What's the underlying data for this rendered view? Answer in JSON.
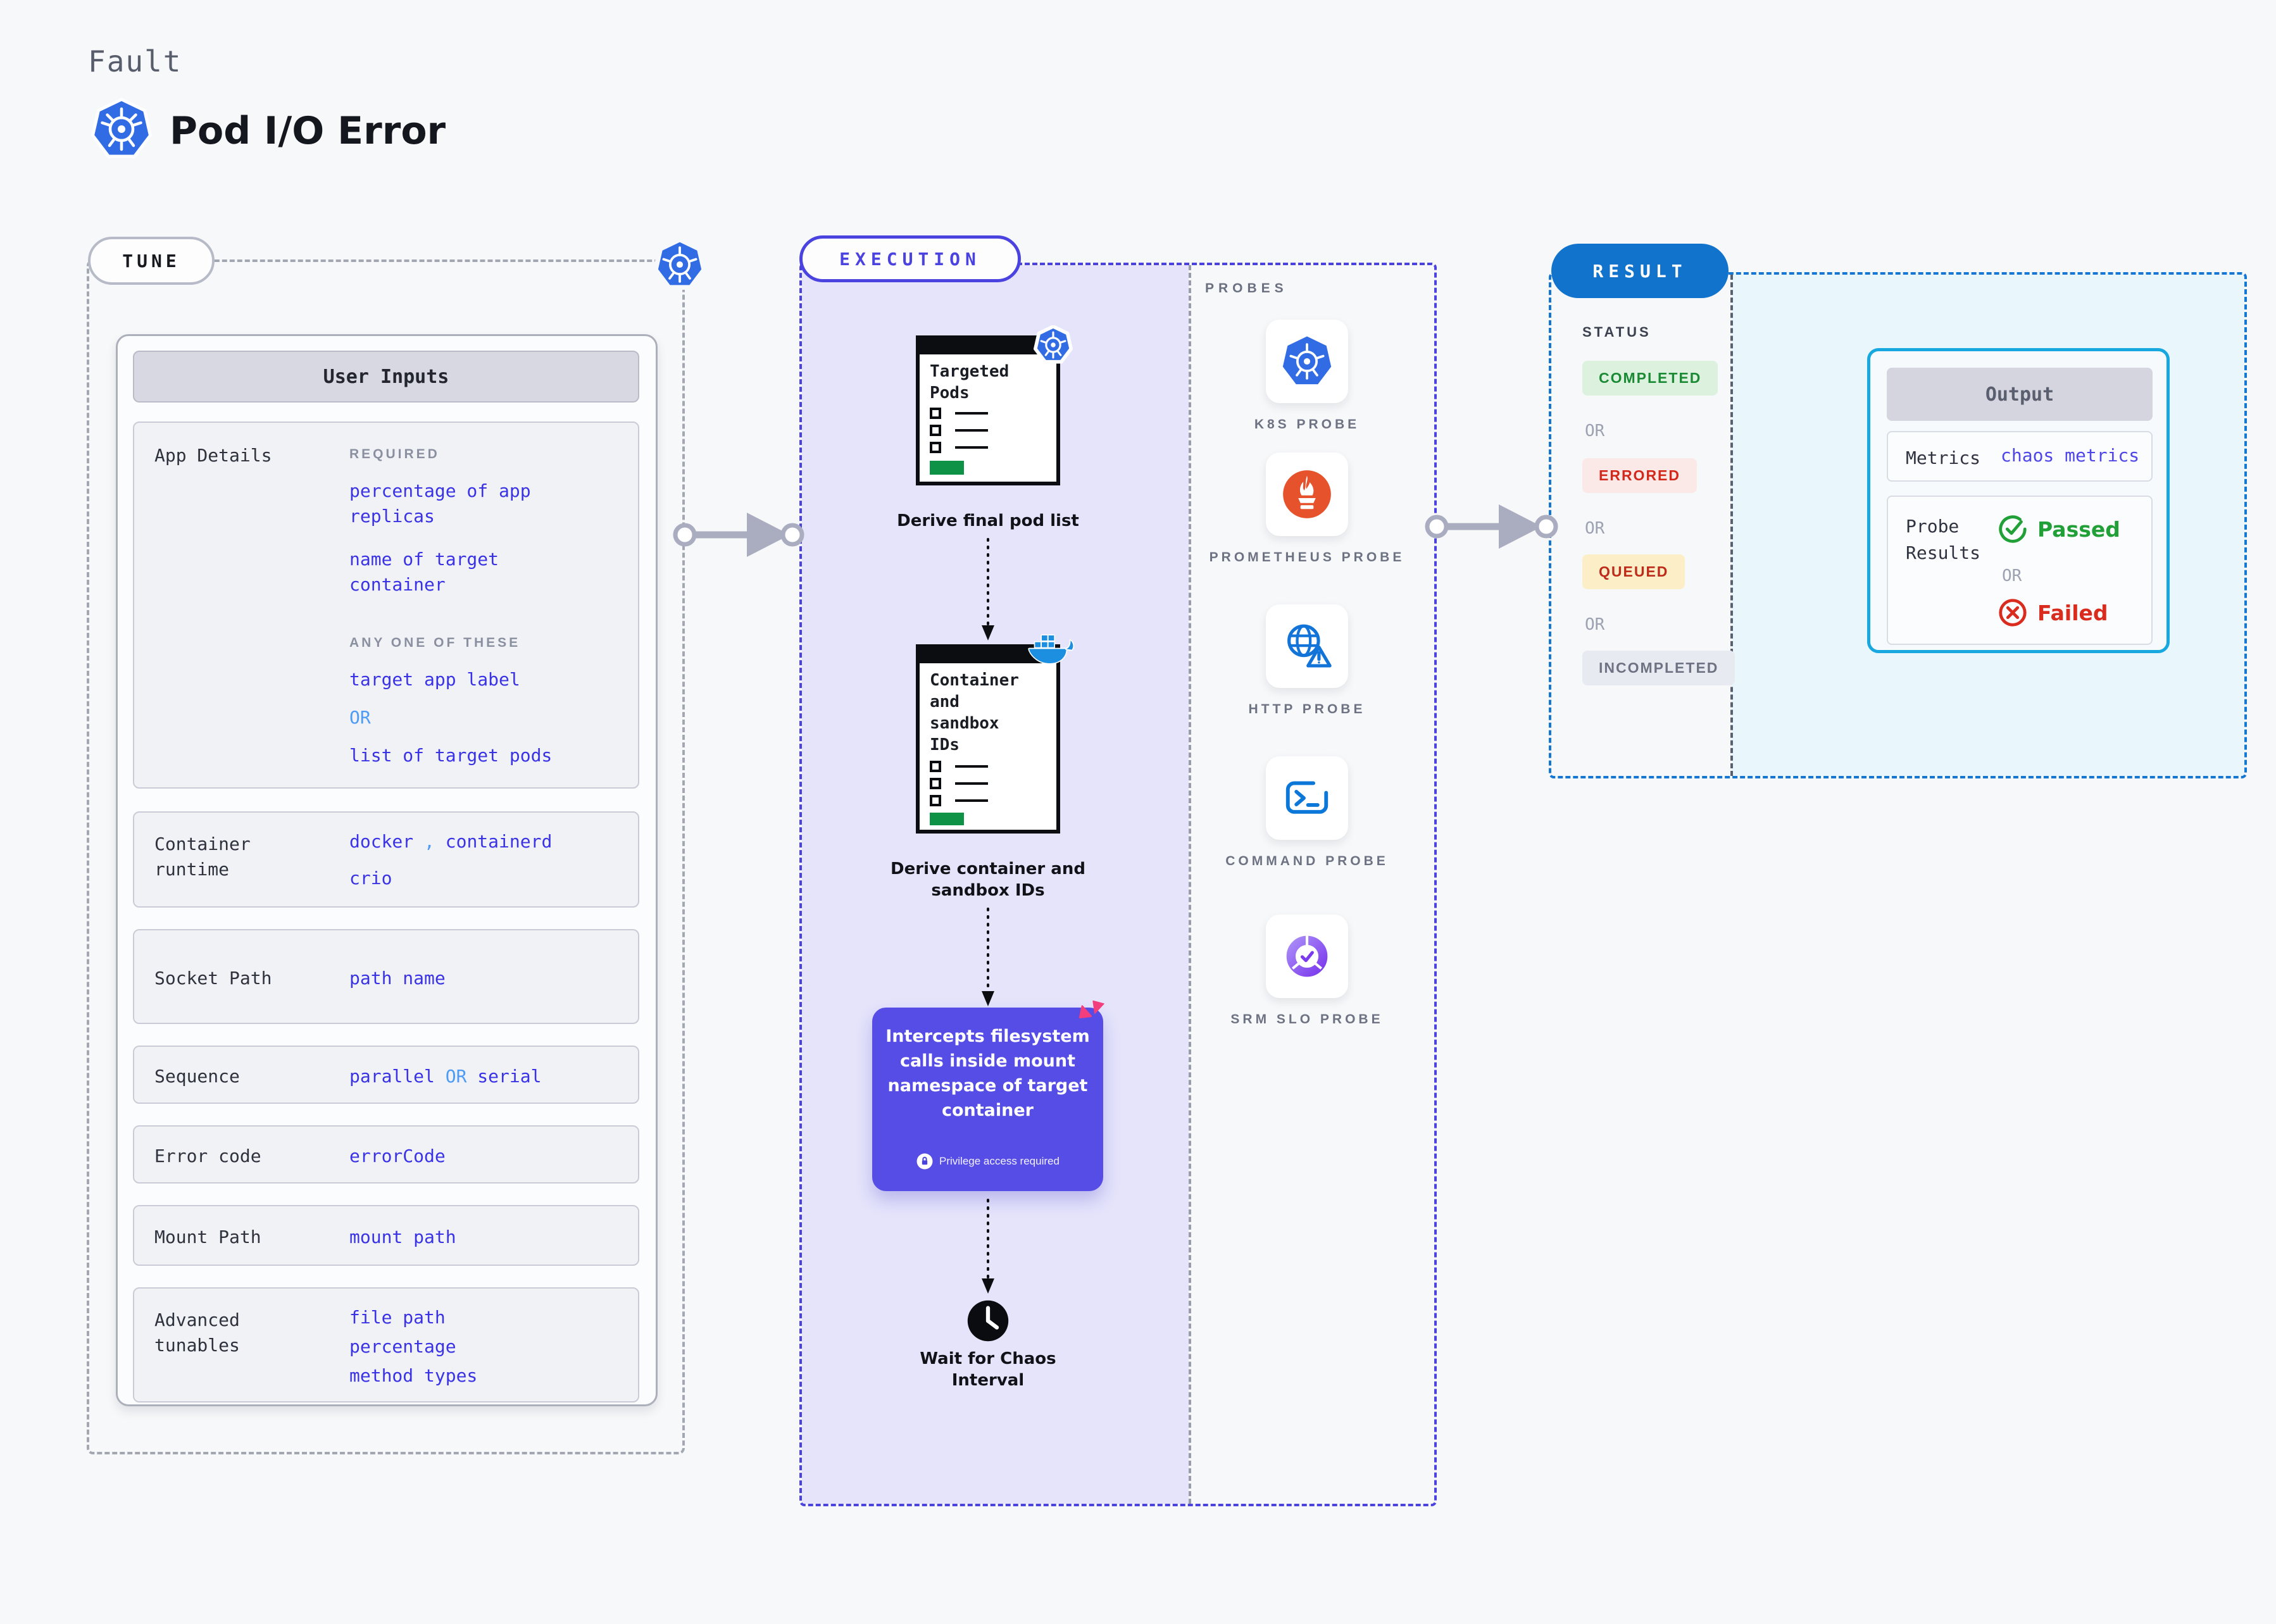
{
  "colors": {
    "page_bg": "#F7F8FA",
    "k8s_blue": "#326CE5",
    "docker_blue": "#2496ED",
    "prometheus_orange": "#E6522C",
    "execution_accent": "#4B43E0",
    "intercept_purple": "#564CE6",
    "result_accent": "#1173CC",
    "output_border": "#18A8E0",
    "value_blue": "#3A33E6",
    "or_light_blue": "#4D9BF5",
    "passed_green": "#22A038",
    "failed_red": "#D92C1E",
    "pink_accent": "#F23E7C",
    "button_green": "#0E9246"
  },
  "header": {
    "kicker": "Fault",
    "title": "Pod I/O Error"
  },
  "tune": {
    "label": "TUNE",
    "card_title": "User Inputs",
    "app_details": {
      "label": "App Details",
      "required_heading": "REQUIRED",
      "required_items": [
        "percentage of app replicas",
        "name of target container"
      ],
      "any_heading": "ANY ONE OF THESE",
      "option_a": "target app label",
      "or": "OR",
      "option_b": "list of target pods"
    },
    "container_runtime": {
      "label": "Container runtime",
      "value_1": "docker",
      "separator": ",",
      "value_2": "containerd",
      "value_3": "crio"
    },
    "socket_path": {
      "label": "Socket Path",
      "value": "path name"
    },
    "sequence": {
      "label": "Sequence",
      "value_1": "parallel",
      "or": "OR",
      "value_2": "serial"
    },
    "error_code": {
      "label": "Error code",
      "value": "errorCode"
    },
    "mount_path": {
      "label": "Mount Path",
      "value": "mount path"
    },
    "advanced": {
      "label": "Advanced tunables",
      "values": [
        "file path",
        "percentage",
        "method types"
      ]
    }
  },
  "execution": {
    "label": "EXECUTION",
    "node1": {
      "window_title": "Targeted Pods",
      "caption": "Derive final pod list"
    },
    "node2": {
      "window_title": "Container and sandbox IDs",
      "caption": "Derive container and sandbox IDs"
    },
    "intercept": {
      "text": "Intercepts filesystem calls inside mount namespace of target container",
      "note": "Privilege access required"
    },
    "wait_caption": "Wait for Chaos Interval"
  },
  "probes": {
    "label": "PROBES",
    "items": [
      {
        "name": "K8S PROBE"
      },
      {
        "name": "PROMETHEUS PROBE"
      },
      {
        "name": "HTTP PROBE"
      },
      {
        "name": "COMMAND PROBE"
      },
      {
        "name": "SRM SLO PROBE"
      }
    ]
  },
  "result": {
    "label": "RESULT",
    "status_heading": "STATUS",
    "or_separator": "OR",
    "statuses": [
      "COMPLETED",
      "ERRORED",
      "QUEUED",
      "INCOMPLETED"
    ],
    "output": {
      "title": "Output",
      "metrics_label": "Metrics",
      "metrics_value": "chaos metrics",
      "probe_label": "Probe Results",
      "passed_label": "Passed",
      "or_separator": "OR",
      "failed_label": "Failed"
    }
  }
}
